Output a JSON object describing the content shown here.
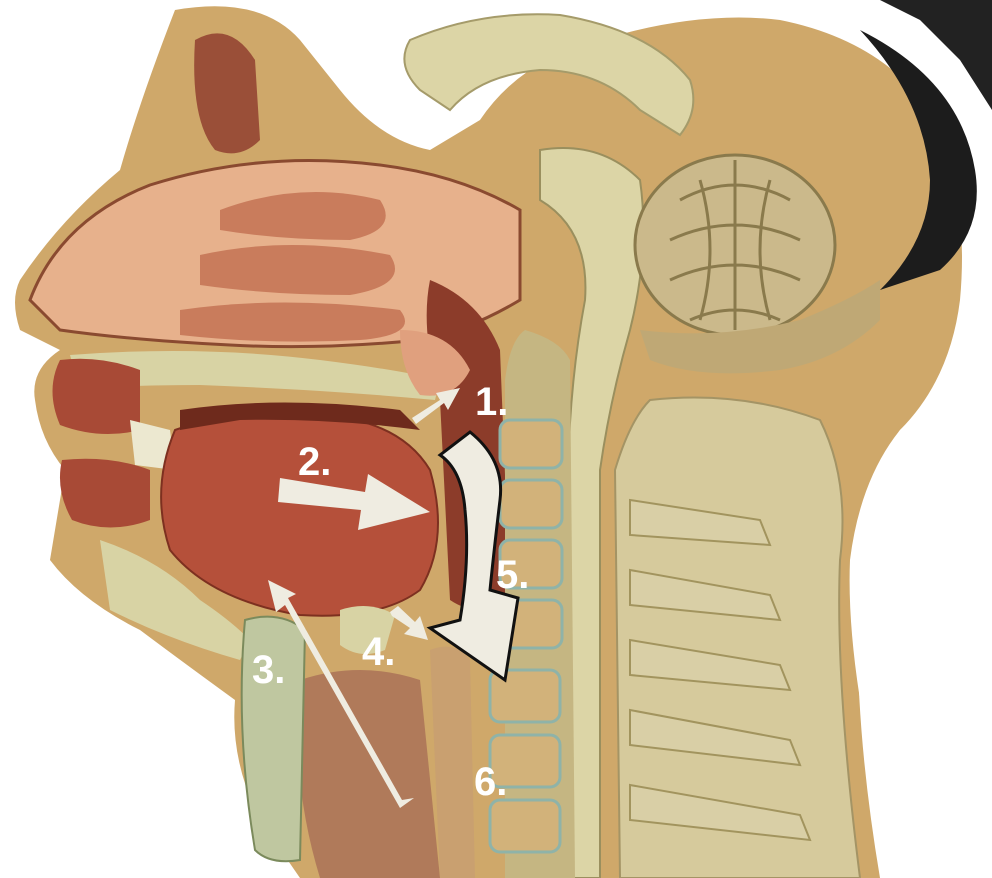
{
  "diagram": {
    "labels": {
      "l1": "1.",
      "l2": "2.",
      "l3": "3.",
      "l4": "4.",
      "l5": "5.",
      "l6": "6."
    }
  },
  "colors": {
    "background": "#ffffff",
    "skin_tan": "#cfa86a",
    "tissue_red": "#b5503a",
    "cavity_pink": "#e7b18c",
    "bone_cream": "#d8d3a4",
    "arrow_fill": "#efece1",
    "label_text": "#ffffff"
  }
}
